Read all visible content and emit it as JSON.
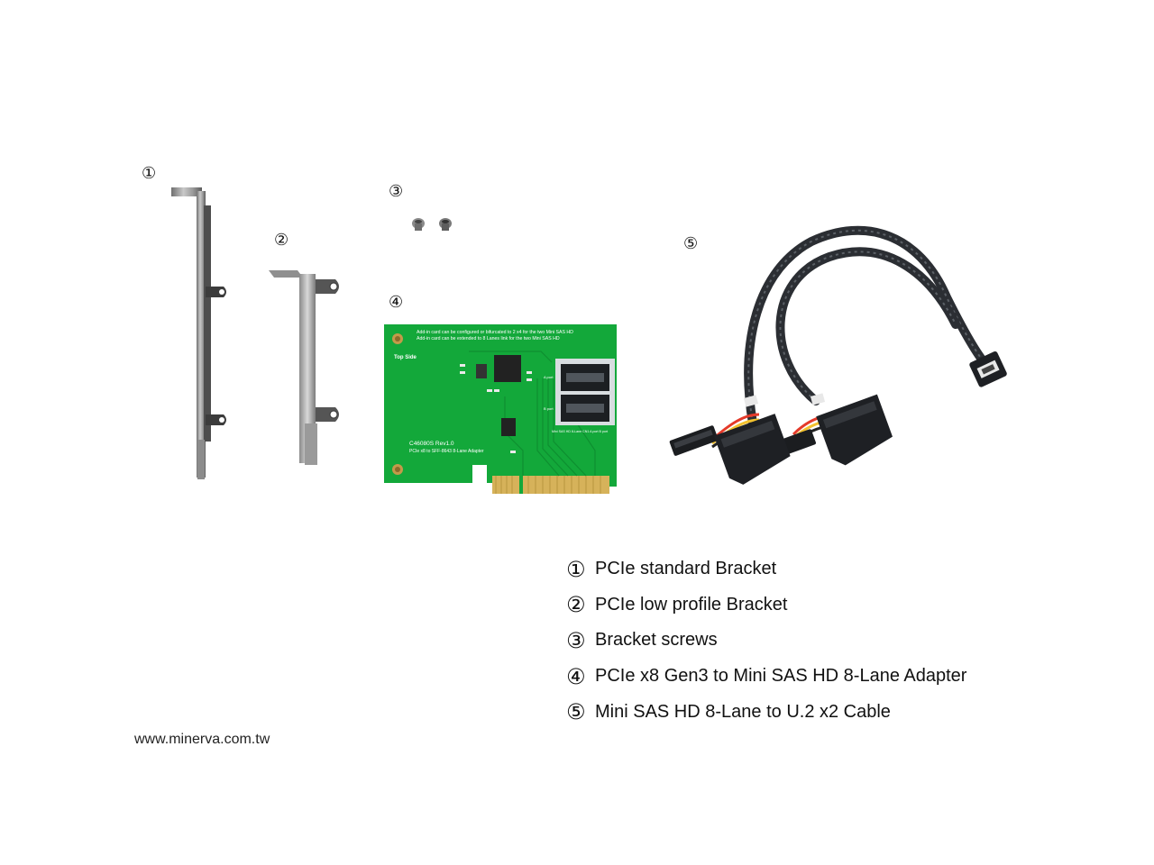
{
  "markers": [
    "①",
    "②",
    "③",
    "④",
    "⑤"
  ],
  "pcb": {
    "line1": "Add-in card can be configured or bifurcated to 2 x4 for the two Mini SAS HD",
    "line2": "Add-in card can be extended to 8 Lanes link for the two Mini SAS HD",
    "top_side": "Top Side",
    "model": "C46080S Rev1.0",
    "desc": "PCIe x8 to SFF-8643 8-Lane Adapter",
    "a_port": "A port",
    "b_port": "B port",
    "bottom_label": "Mini SAS HD 8-Lane CN1 A port B port"
  },
  "legend": [
    {
      "num": "①",
      "label": "PCIe standard Bracket"
    },
    {
      "num": "②",
      "label": "PCIe low profile Bracket"
    },
    {
      "num": "③",
      "label": "Bracket screws"
    },
    {
      "num": "④",
      "label": "PCIe x8 Gen3 to Mini SAS HD 8-Lane Adapter"
    },
    {
      "num": "⑤",
      "label": "Mini SAS HD 8-Lane to U.2 x2 Cable"
    }
  ],
  "website": "www.minerva.com.tw",
  "colors": {
    "pcb_green": "#13a83a",
    "gold": "#d6b25a",
    "cable": "#2b2e33"
  }
}
